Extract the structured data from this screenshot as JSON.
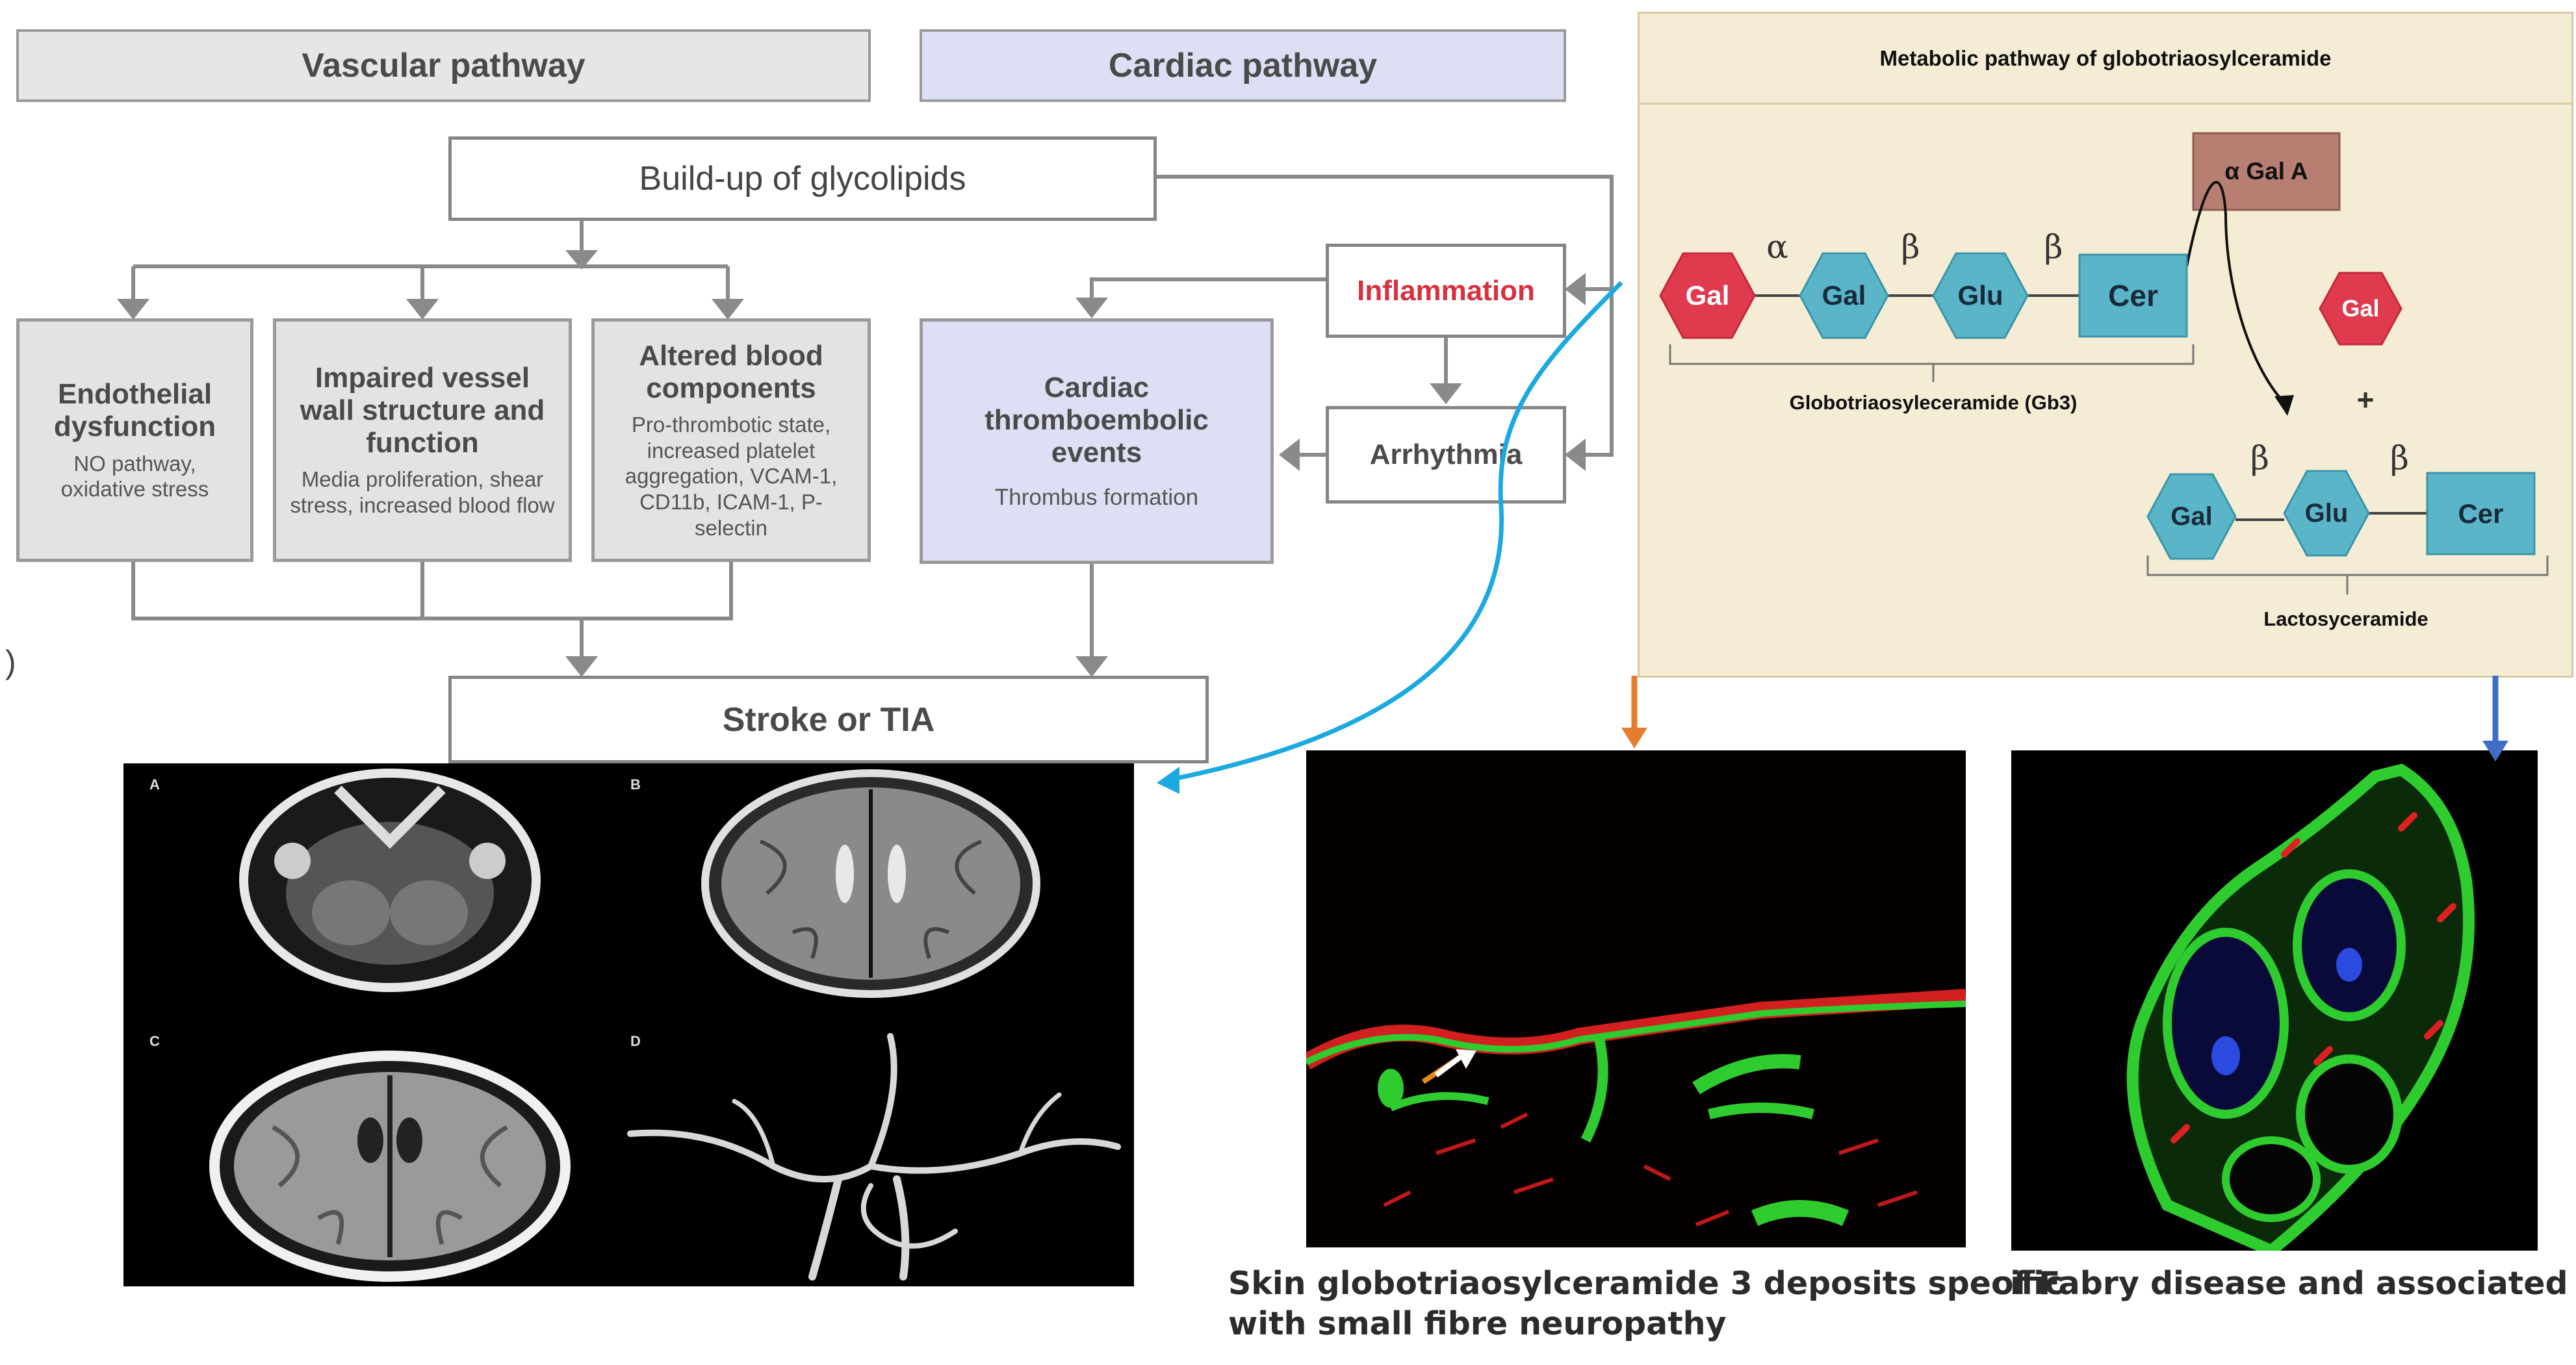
{
  "headers": {
    "vascular": "Vascular pathway",
    "cardiac": "Cardiac pathway"
  },
  "flowchart": {
    "buildup": "Build-up of glycolipids",
    "inflammation": "Inflammation",
    "arrhythmia": "Arrhythmia",
    "stroke": "Stroke or TIA",
    "endothelial": {
      "title": "Endothelial dysfunction",
      "detail": "NO pathway, oxidative stress"
    },
    "vessel": {
      "title": "Impaired vessel wall structure and function",
      "detail": "Media proliferation, shear stress, increased blood flow"
    },
    "blood": {
      "title": "Altered blood components",
      "detail": "Pro-thrombotic state, increased platelet aggregation, VCAM-1, CD11b, ICAM-1, P-selectin"
    },
    "cardiac_events": {
      "title": "Cardiac thromboembolic events",
      "detail": "Thrombus formation"
    },
    "stray_mark": ")"
  },
  "metabolic": {
    "title": "Metabolic pathway of globotriaosylceramide",
    "enzyme": "α Gal A",
    "chain": [
      "Gal",
      "Gal",
      "Glu",
      "Cer"
    ],
    "bonds": [
      "α",
      "β",
      "β"
    ],
    "gb3_label": "Globotriaosyleceramide (Gb3)",
    "released": "Gal",
    "plus": "+",
    "product_chain": [
      "Gal",
      "Glu",
      "Cer"
    ],
    "product_bonds": [
      "β",
      "β"
    ],
    "product_label": "Lactosyceramide"
  },
  "mri_labels": [
    "A",
    "B",
    "C",
    "D"
  ],
  "caption": {
    "line1_left": "Skin globotriaosylceramide 3 deposits specific",
    "line1_right": "of Fabry disease and associated",
    "line2": "with small fibre neuropathy"
  },
  "colors": {
    "red_sugar": "#e03a4e",
    "blue_sugar": "#5ab5c8",
    "enzyme": "#b67f72",
    "inflammation_text": "#d9303f",
    "cyan_arrow": "#1aa9e0",
    "orange_arrow": "#e67d2e",
    "blue_arrow": "#3f6fc5"
  }
}
